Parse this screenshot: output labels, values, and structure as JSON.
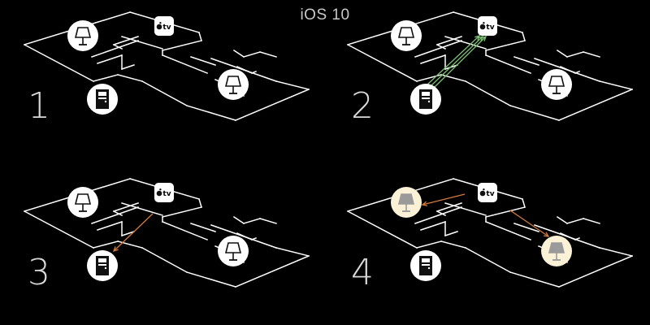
{
  "title": "iOS 10",
  "colors": {
    "background": "#000000",
    "line": "#ffffff",
    "icon_bg": "#ffffff",
    "icon_lit_bg": "#fbf1d6",
    "icon_lit_fg": "#9a9a9a",
    "icon_dark_fg": "#111111",
    "arrow_signal": "#7bbf72",
    "arrow_command": "#d27a3c"
  },
  "panels": [
    {
      "step": "1",
      "tv_label": "tv",
      "icons": [
        "lamp-icon",
        "door-sensor-icon",
        "lamp-icon",
        "apple-tv-icon"
      ],
      "lamps_lit": false,
      "arrows": "none"
    },
    {
      "step": "2",
      "tv_label": "tv",
      "icons": [
        "lamp-icon",
        "door-sensor-icon",
        "lamp-icon",
        "apple-tv-icon"
      ],
      "lamps_lit": false,
      "arrows": "door-to-hub"
    },
    {
      "step": "3",
      "tv_label": "tv",
      "icons": [
        "lamp-icon",
        "door-sensor-icon",
        "lamp-icon",
        "apple-tv-icon"
      ],
      "lamps_lit": false,
      "arrows": "hub-to-door"
    },
    {
      "step": "4",
      "tv_label": "tv",
      "icons": [
        "lamp-icon",
        "door-sensor-icon",
        "lamp-icon",
        "apple-tv-icon"
      ],
      "lamps_lit": true,
      "arrows": "hub-to-lamps"
    }
  ]
}
